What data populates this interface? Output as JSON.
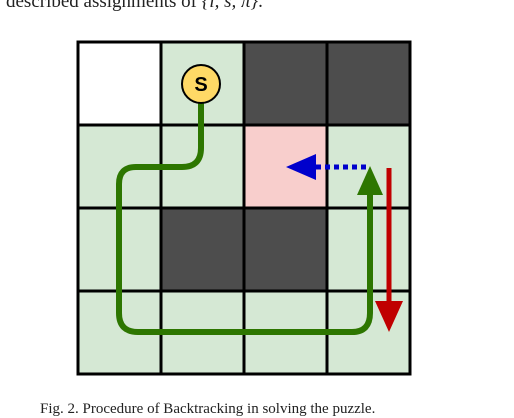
{
  "text": {
    "intro_prefix": "described assignments of ",
    "intro_math": "{l, s, π}",
    "intro_suffix": ".",
    "start_label": "S",
    "caption": "Fig. 2.  Procedure of Backtracking in solving the puzzle."
  },
  "grid": {
    "rows": 4,
    "cols": 4,
    "cells": [
      [
        "empty",
        "path",
        "wall",
        "wall"
      ],
      [
        "path",
        "path",
        "dead-end",
        "path"
      ],
      [
        "path",
        "wall",
        "wall",
        "path"
      ],
      [
        "path",
        "path",
        "path",
        "path"
      ]
    ]
  },
  "colors": {
    "empty": "#ffffff",
    "path": "#d5e8d4",
    "wall": "#4d4d4d",
    "dead-end": "#f8cecc",
    "grid_line": "#000000",
    "route": "#2d7600",
    "backtrack_arrow": "#c00000",
    "probe_arrow": "#0000cc",
    "start_fill": "#ffd966",
    "start_stroke": "#000000"
  },
  "icons": {
    "start": "start-marker-icon",
    "route": "solution-path-icon",
    "backtrack": "backtrack-arrow-icon",
    "probe": "dead-end-probe-arrow-icon"
  }
}
